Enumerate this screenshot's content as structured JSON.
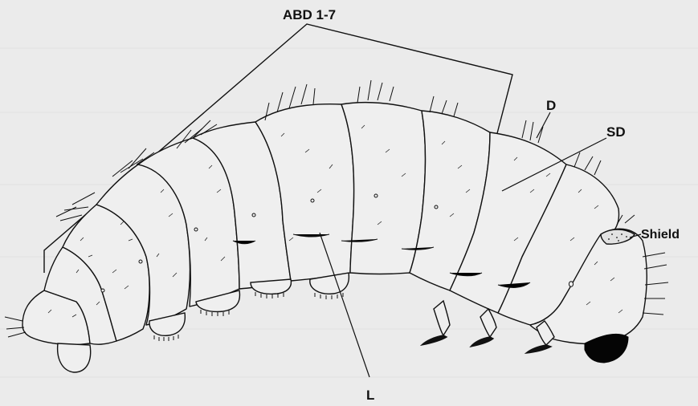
{
  "labels": {
    "abd": "ABD 1-7",
    "d": "D",
    "sd": "SD",
    "shield": "Shield",
    "l": "L"
  },
  "colors": {
    "background": "#ebebeb",
    "body_fill": "#efefef",
    "ink": "#111111",
    "head_capsule": "#050505"
  }
}
